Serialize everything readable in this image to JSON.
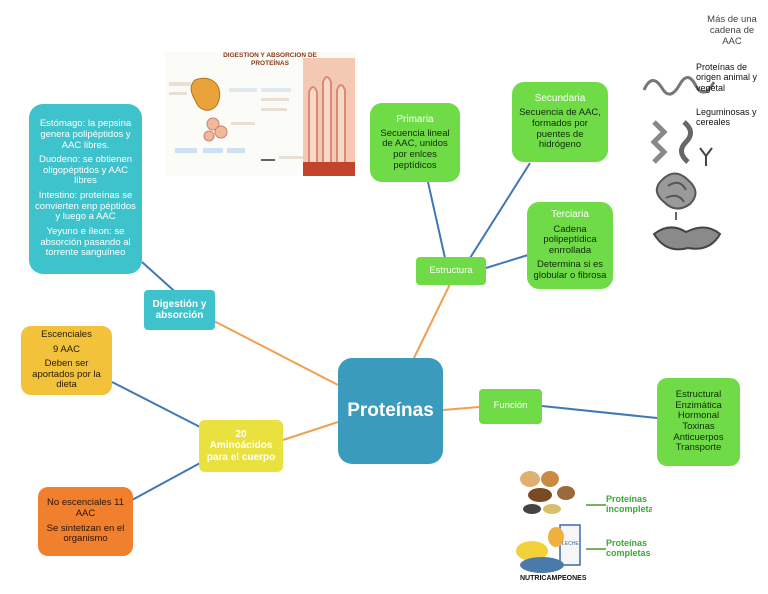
{
  "center": {
    "label": "Proteínas"
  },
  "estructura": {
    "label": "Estructura",
    "primaria": {
      "title": "Primaria",
      "text": "Secuencia lineal de AAC, unidos por enlces peptídicos"
    },
    "secundaria": {
      "title": "Secundaria",
      "text": "Secuencia de AAC, formados por puentes de hidrógeno"
    },
    "terciaria": {
      "title": "Terciaria",
      "text1": "Cadena polipeptídica enrrollada",
      "text2": "Determina si es globular o fibrosa"
    }
  },
  "digestion": {
    "label": "Digestión y absorción",
    "detail": [
      "Estómago: la pepsina genera polipéptidos y AAC libres.",
      "Duodeno: se obtienen oligopéptidos y AAC libres",
      "Intestino: proteínas se convierten enp péptidos y luego a AAC",
      "Yeyuno e íleon: se absorción pasando al torrente sanguíneo"
    ]
  },
  "aminoacidos": {
    "label": "20 Aminoácidos para el cuerpo",
    "esenciales": {
      "title": "Escenciales",
      "count": "9 AAC",
      "text": "Deben ser aportados por la dieta"
    },
    "no_esenciales": {
      "title": "No escenciales 11 AAC",
      "text": "Se sintetizan en el organismo"
    }
  },
  "funcion": {
    "label": "Función",
    "items": [
      "Estructural",
      "Enzimática",
      "Hormonal",
      "Toxinas",
      "Anticuerpos",
      "Transporte"
    ]
  },
  "illustrations": {
    "digestion_title": "DIGESTIÓN Y ABSORCIÓN DE PROTEÍNAS",
    "protein_fold_caption": [
      "Más de una",
      "cadena de",
      "AAC"
    ],
    "protein_sources": [
      "Proteínas de origen animal y vegetal",
      "Leguminosas y cereales"
    ],
    "nutri_labels": [
      "Proteínas incompletas",
      "Proteínas completas"
    ],
    "nutri_brand": "NUTRICAMPEONES",
    "nutri_milk": "LECHE"
  },
  "colors": {
    "green": "#6fdc47",
    "teal": "#3ec3cc",
    "yellow": "#e9e23e",
    "orange": "#f07f2e",
    "gold": "#f2c23a",
    "center": "#3a9bbd",
    "line_blue": "#3f78b5",
    "line_orange": "#f0a050"
  }
}
